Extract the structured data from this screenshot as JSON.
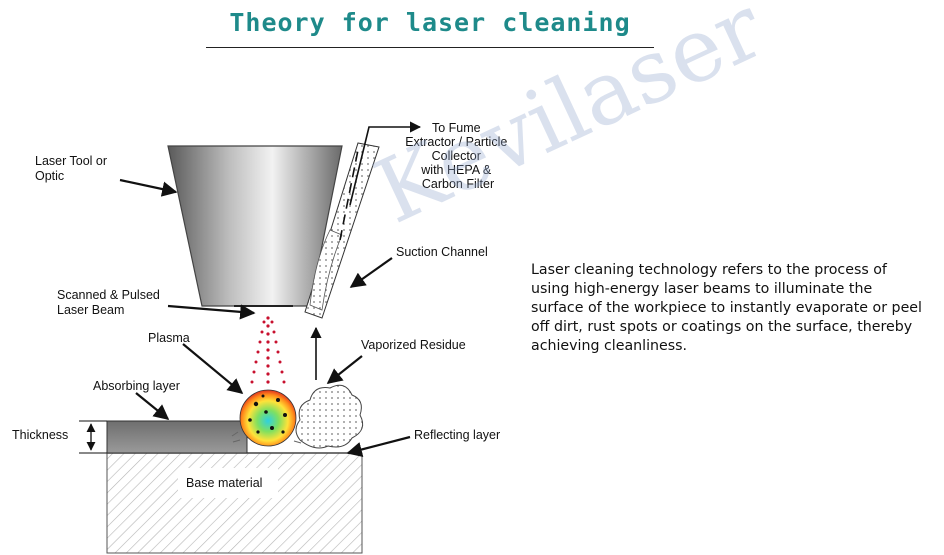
{
  "title": "Theory for laser cleaning",
  "watermark": "Kevilaser",
  "description": "Laser cleaning technology refers to the process of using high-energy laser beams to illuminate the surface of the workpiece to instantly evaporate or peel off dirt, rust spots or coatings on the surface, thereby achieving cleanliness.",
  "labels": {
    "laser_tool": [
      "Laser Tool or",
      "Optic"
    ],
    "fume": [
      "To Fume",
      "Extractor / Particle",
      "Collector",
      "with HEPA &",
      "Carbon Filter"
    ],
    "suction": "Suction Channel",
    "scanned": [
      "Scanned & Pulsed",
      "Laser Beam"
    ],
    "plasma": "Plasma",
    "vaporized": "Vaporized Residue",
    "absorbing": "Absorbing layer",
    "thickness": "Thickness",
    "reflecting": "Reflecting layer",
    "base": "Base material"
  }
}
